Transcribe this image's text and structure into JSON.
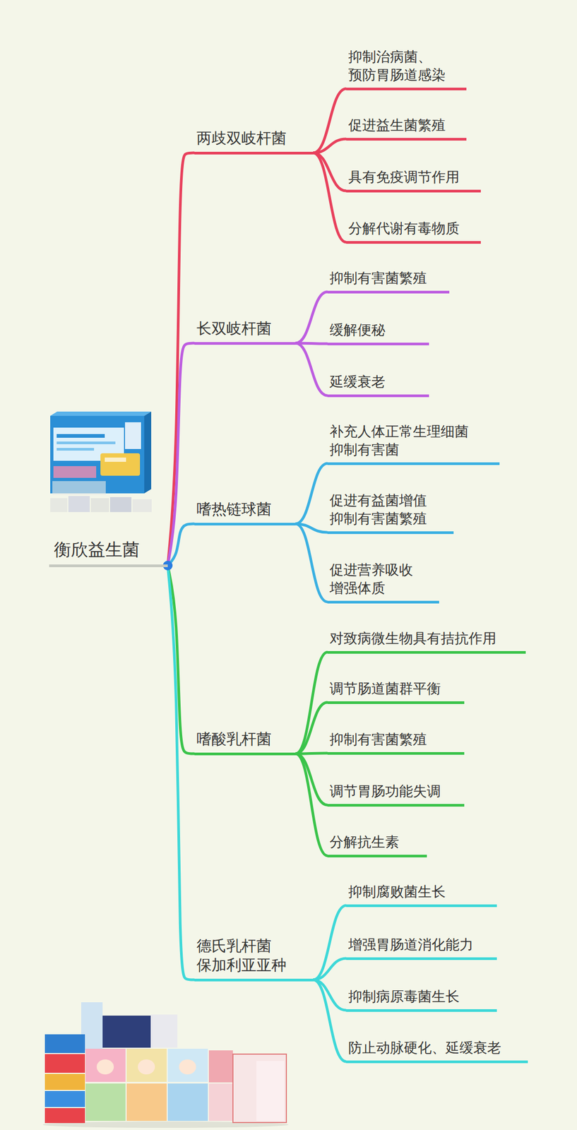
{
  "diagram": {
    "nodes": [
      {
        "text": [
          "衡欣益生菌"
        ]
      },
      {
        "text": [
          "两歧双岐杆菌"
        ]
      },
      {
        "text": [
          "抑制治病菌、 预防胃肠道感染"
        ]
      },
      {
        "text": [
          "促进益生菌繁殖"
        ]
      },
      {
        "text": [
          "具有免疫调节作用"
        ]
      },
      {
        "text": [
          "分解代谢有毒物质"
        ]
      },
      {
        "text": [
          "长双岐杆菌"
        ]
      },
      {
        "text": [
          "抑制有害菌繁殖"
        ]
      },
      {
        "text": [
          "缓解便秘"
        ]
      },
      {
        "text": [
          "延缓衰老"
        ]
      },
      {
        "text": [
          "嗜热链球菌"
        ]
      },
      {
        "text": [
          "补充人体正常生理细菌 抑制有害菌"
        ]
      },
      {
        "text": [
          "促进有益菌增值 抑制有害菌繁殖"
        ]
      },
      {
        "text": [
          "促进营养吸收 增强体质"
        ]
      },
      {
        "text": [
          "嗜酸乳杆菌"
        ]
      },
      {
        "text": [
          "对致病微生物具有拮抗作用"
        ]
      },
      {
        "text": [
          "调节肠道菌群平衡"
        ]
      },
      {
        "text": [
          "抑制有害菌繁殖"
        ]
      },
      {
        "text": [
          "调节胃肠功能失调"
        ]
      },
      {
        "text": [
          "分解抗生素"
        ]
      },
      {
        "text": [
          "德氏乳杆菌 保加利亚亚种"
        ]
      },
      {
        "text": [
          "抑制腐败菌生长"
        ]
      },
      {
        "text": [
          "增强胃肠道消化能力"
        ]
      },
      {
        "text": [
          "抑制病原毒菌生长"
        ]
      },
      {
        "text": [
          "防止动脉硬化、延缓衰老"
        ]
      }
    ],
    "edges": [
      {
        "from": 0,
        "to": 1,
        "arrow": "none"
      },
      {
        "from": 1,
        "to": 2,
        "arrow": "none"
      },
      {
        "from": 1,
        "to": 3,
        "arrow": "none"
      },
      {
        "from": 1,
        "to": 4,
        "arrow": "none"
      },
      {
        "from": 1,
        "to": 5,
        "arrow": "none"
      },
      {
        "from": 0,
        "to": 6,
        "arrow": "none"
      },
      {
        "from": 6,
        "to": 7,
        "arrow": "none"
      },
      {
        "from": 6,
        "to": 8,
        "arrow": "none"
      },
      {
        "from": 6,
        "to": 9,
        "arrow": "none"
      },
      {
        "from": 0,
        "to": 10,
        "arrow": "none"
      },
      {
        "from": 10,
        "to": 11,
        "arrow": "none"
      },
      {
        "from": 10,
        "to": 12,
        "arrow": "none"
      },
      {
        "from": 10,
        "to": 13,
        "arrow": "none"
      },
      {
        "from": 0,
        "to": 14,
        "arrow": "none"
      },
      {
        "from": 14,
        "to": 15,
        "arrow": "none"
      },
      {
        "from": 14,
        "to": 16,
        "arrow": "none"
      },
      {
        "from": 14,
        "to": 17,
        "arrow": "none"
      },
      {
        "from": 14,
        "to": 18,
        "arrow": "none"
      },
      {
        "from": 14,
        "to": 19,
        "arrow": "none"
      },
      {
        "from": 0,
        "to": 20,
        "arrow": "none"
      },
      {
        "from": 20,
        "to": 21,
        "arrow": "none"
      },
      {
        "from": 20,
        "to": 22,
        "arrow": "none"
      },
      {
        "from": 20,
        "to": 23,
        "arrow": "none"
      },
      {
        "from": 20,
        "to": 24,
        "arrow": "none"
      }
    ]
  }
}
